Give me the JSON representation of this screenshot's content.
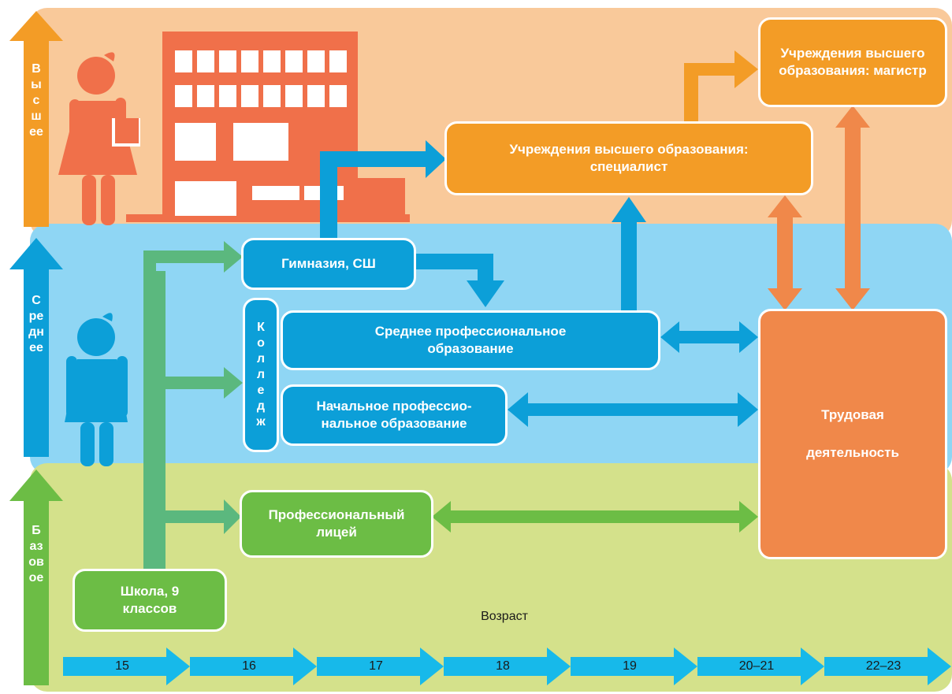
{
  "levels": {
    "higher": "Высшее",
    "secondary": "Среднее",
    "basic": "Базовое"
  },
  "nodes": {
    "master": "Учреждения высшего образования: магистр",
    "specialist": "Учреждения высшего образования: специалист",
    "gymnasium": "Гимназия, СШ",
    "college": "Колледж",
    "secondary_prof": "Среднее профессиональное образование",
    "initial_prof": "Начальное профессио- нальное образование",
    "lyceum": "Профессиональный лицей",
    "school": "Школа, 9 классов",
    "work_line1": "Трудовая",
    "work_line2": "деятельность"
  },
  "age_axis": {
    "title": "Возраст",
    "ticks": [
      "15",
      "16",
      "17",
      "18",
      "19",
      "20–21",
      "22–23"
    ]
  },
  "colors": {
    "higher_band": "#f9c99a",
    "secondary_band": "#8fd6f4",
    "basic_band": "#d4e18b",
    "orange": "#f39c26",
    "blue": "#0c9fd8",
    "green": "#6cbd45",
    "work": "#f0884a",
    "age_arrow": "#17b9ea",
    "building": "#f0704a"
  }
}
